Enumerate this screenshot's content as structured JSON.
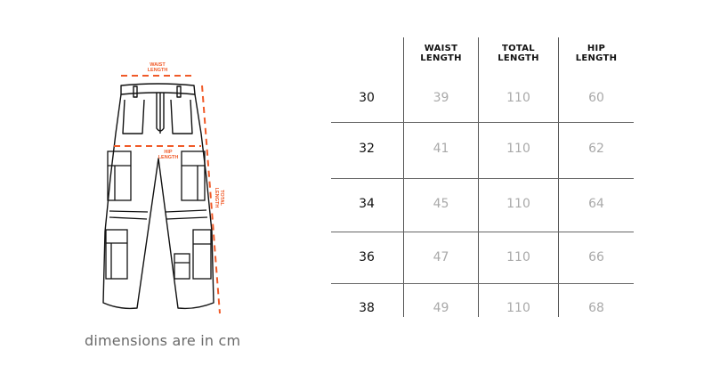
{
  "diagram": {
    "labels": {
      "waist": [
        "WAIST",
        "LENGTH"
      ],
      "hip": [
        "HIP",
        "LENGTH"
      ],
      "total": [
        "TOTAL",
        "LENGTH"
      ]
    },
    "accent_color": "#f05a28",
    "line_color": "#111111"
  },
  "footnote": "dimensions are in cm",
  "table": {
    "headers": [
      {
        "line1": "WAIST",
        "line2": "LENGTH"
      },
      {
        "line1": "TOTAL",
        "line2": "LENGTH"
      },
      {
        "line1": "HIP",
        "line2": "LENGTH"
      }
    ],
    "rows": [
      {
        "size": "30",
        "waist": "39",
        "total": "110",
        "hip": "60"
      },
      {
        "size": "32",
        "waist": "41",
        "total": "110",
        "hip": "62"
      },
      {
        "size": "34",
        "waist": "45",
        "total": "110",
        "hip": "64"
      },
      {
        "size": "36",
        "waist": "47",
        "total": "110",
        "hip": "66"
      },
      {
        "size": "38",
        "waist": "49",
        "total": "110",
        "hip": "68"
      }
    ]
  }
}
